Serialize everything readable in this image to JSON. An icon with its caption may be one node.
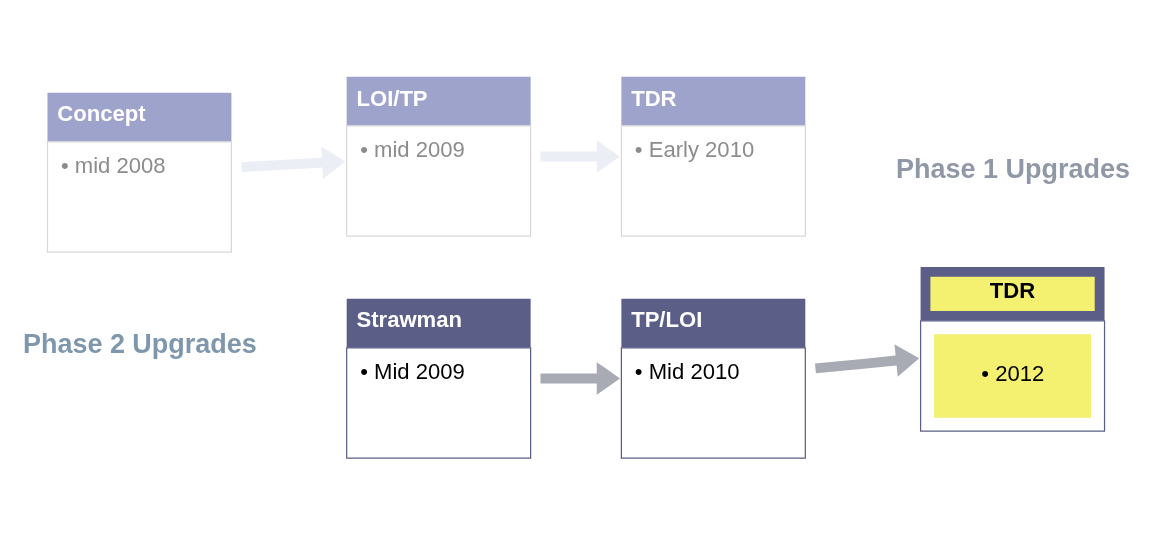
{
  "diagram": {
    "nodes": [
      {
        "text": [
          "Concept",
          "• mid 2008"
        ]
      },
      {
        "text": [
          "LOI/TP",
          "• mid 2009"
        ]
      },
      {
        "text": [
          "TDR",
          "• Early 2010"
        ]
      },
      {
        "text": [
          "Strawman",
          "• Mid 2009"
        ]
      },
      {
        "text": [
          "TP/LOI",
          "• Mid 2010"
        ]
      },
      {
        "text": [
          "TDR",
          "• 2012"
        ]
      }
    ],
    "edges": [
      {
        "from": 0,
        "to": 1,
        "arrow": "to",
        "color": "#eceef6"
      },
      {
        "from": 1,
        "to": 2,
        "arrow": "to",
        "color": "#eceef6"
      },
      {
        "from": 3,
        "to": 4,
        "arrow": "to"
      },
      {
        "from": 4,
        "to": 5,
        "arrow": "to"
      }
    ],
    "labels": [
      "Phase 1 Upgrades",
      "Phase 2 Upgrades"
    ]
  }
}
